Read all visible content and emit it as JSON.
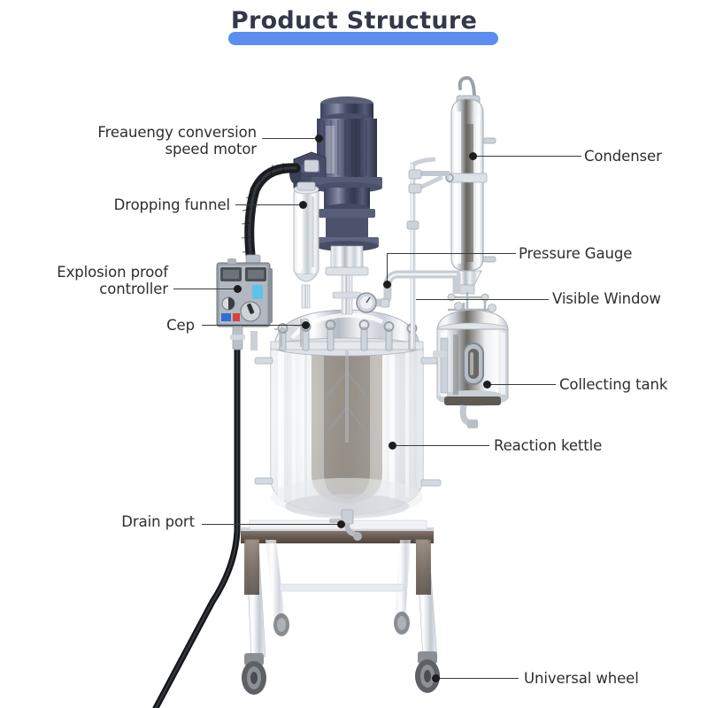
{
  "page": {
    "title": "Product Structure",
    "accent_color": "#5b8ef0",
    "title_color": "#34384a",
    "label_color": "#2e2e2e",
    "background": "#ffffff"
  },
  "diagram": {
    "subject": "jacketed glass reactor with condenser and collecting tank",
    "callouts": [
      {
        "id": "frequency-conversion-speed-motor",
        "label": "Freauengy conversion\nspeed motor",
        "side": "left",
        "target": "motor"
      },
      {
        "id": "dropping-funnel",
        "label": "Dropping funnel",
        "side": "left",
        "target": "dropping-funnel"
      },
      {
        "id": "explosion-proof-controller",
        "label": "Explosion proof\ncontroller",
        "side": "left",
        "target": "controller-box"
      },
      {
        "id": "cep",
        "label": "Cep",
        "side": "left",
        "target": "cep-fitting"
      },
      {
        "id": "drain-port",
        "label": "Drain port",
        "side": "left",
        "target": "drain-valve"
      },
      {
        "id": "condenser",
        "label": "Condenser",
        "side": "right",
        "target": "condenser"
      },
      {
        "id": "pressure-gauge",
        "label": "Pressure Gauge",
        "side": "right",
        "target": "pressure-gauge"
      },
      {
        "id": "visible-window",
        "label": "Visible Window",
        "side": "right",
        "target": "sight-glass"
      },
      {
        "id": "collecting-tank",
        "label": "Collecting tank",
        "side": "right",
        "target": "collecting-tank"
      },
      {
        "id": "reaction-kettle",
        "label": "Reaction kettle",
        "side": "right",
        "target": "reaction-kettle"
      },
      {
        "id": "universal-wheel",
        "label": "Universal wheel",
        "side": "right",
        "target": "caster-wheel"
      }
    ]
  }
}
